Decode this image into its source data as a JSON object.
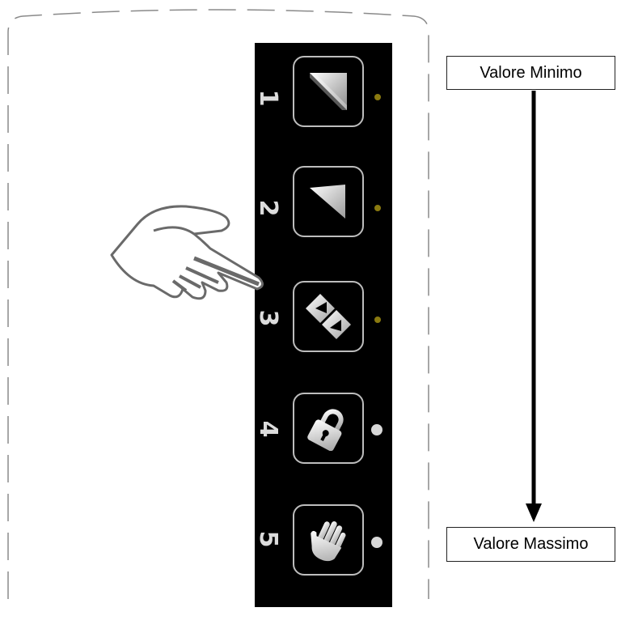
{
  "panel": {
    "buttons": [
      {
        "number": "1",
        "icon": "half-triangle-icon",
        "led_color": "#8a7a10"
      },
      {
        "number": "2",
        "icon": "corner-triangle-icon",
        "led_color": "#8a7a10"
      },
      {
        "number": "3",
        "icon": "double-triangle-icon",
        "led_color": "#8a7a10"
      },
      {
        "number": "4",
        "icon": "padlock-icon",
        "led_color": "#d8d8d8"
      },
      {
        "number": "5",
        "icon": "hand-icon",
        "led_color": "#d8d8d8"
      }
    ]
  },
  "labels": {
    "min": "Valore Minimo",
    "max": "Valore Massimo"
  },
  "colors": {
    "panel_bg": "#000000",
    "button_border": "#bdbdbd",
    "arrow": "#000000"
  }
}
